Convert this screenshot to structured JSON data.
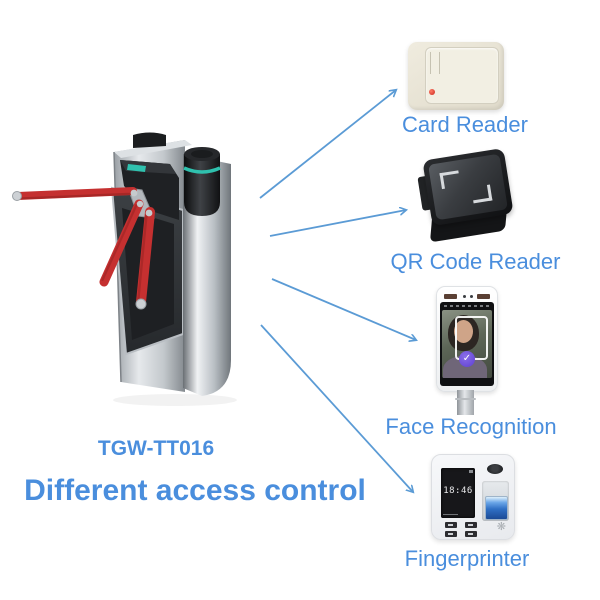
{
  "product": {
    "model": "TGW-TT016",
    "caption": "Different access control",
    "illustration": "tripod-turnstile"
  },
  "access_options": [
    {
      "label": "Card Reader"
    },
    {
      "label": "QR Code Reader"
    },
    {
      "label": "Face Recognition"
    },
    {
      "label": "Fingerprinter"
    }
  ],
  "fingerprint_terminal": {
    "time": "18:46"
  },
  "glyphs": {
    "face_check": "✓",
    "brand_flower": "❋"
  },
  "colors": {
    "accent_blue": "#4a8edd",
    "arrow_blue": "#5b9bd5",
    "arm_red": "#c53030",
    "led_teal": "#2fc1ae"
  }
}
